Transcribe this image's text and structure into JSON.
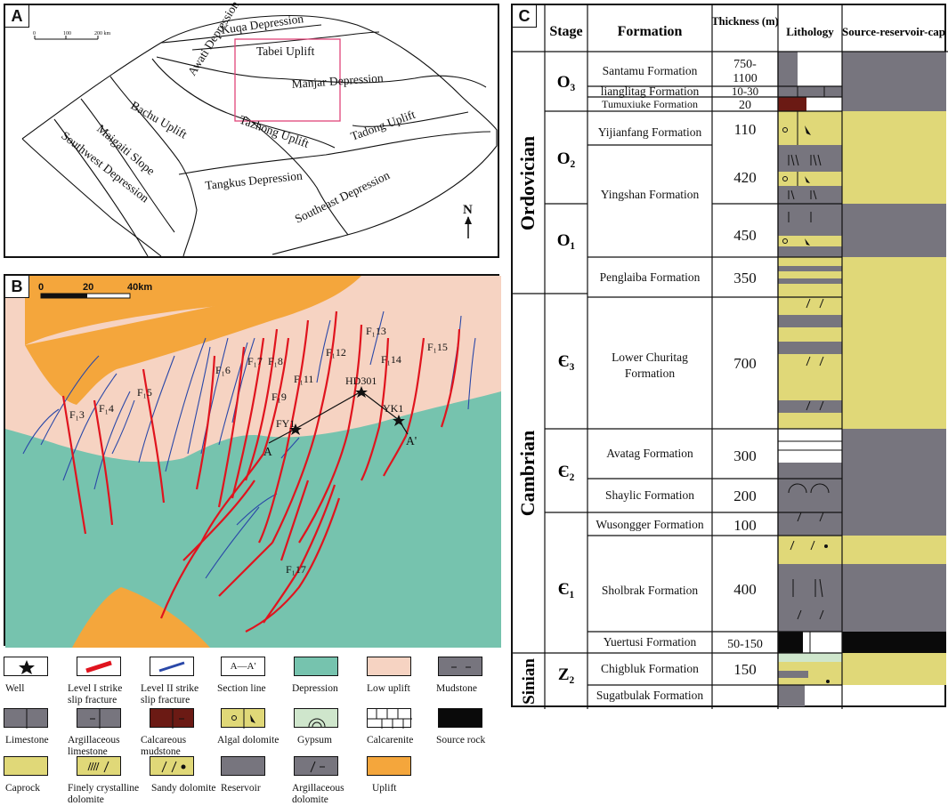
{
  "panel_a": {
    "label": "A",
    "scale_ticks": [
      "0",
      "100",
      "200 km"
    ],
    "regions": [
      "Kuqa Depression",
      "Tabei Uplift",
      "Awati Depression",
      "Manjar Depression",
      "Bachu Uplift",
      "Tazhong Uplift",
      "Tadong Uplift",
      "Maigaiti Slope",
      "Southwest Depression",
      "Tangkus Depression",
      "Southeast Depression"
    ],
    "north": "N"
  },
  "panel_b": {
    "label": "B",
    "scale_ticks": [
      "0",
      "20",
      "40km"
    ],
    "faults": [
      "F₁3",
      "F₁4",
      "F₁5",
      "F₁6",
      "F₁7",
      "F₁8",
      "F₁9",
      "F₁11",
      "F₁12",
      "F₁13",
      "F₁14",
      "F₁15",
      "F₁17"
    ],
    "wells": [
      "FY1",
      "HD301",
      "YK1"
    ],
    "section_ends": [
      "A",
      "A'"
    ],
    "colors": {
      "uplift": "#f4a63c",
      "low_uplift": "#f6d3c2",
      "depression": "#76c3ae",
      "level1": "#e0141e",
      "level2": "#2a48a8"
    }
  },
  "legend": [
    {
      "label": "Well",
      "icon": "star-icon"
    },
    {
      "label": "Level I strike slip fracture",
      "icon": "red-bar-icon"
    },
    {
      "label": "Level II strike slip fracture",
      "icon": "blue-bar-icon"
    },
    {
      "label": "Section line",
      "icon": "section-line-icon",
      "symbol": "A—A'"
    },
    {
      "label": "Depression",
      "color": "#76c3ae"
    },
    {
      "label": "Low uplift",
      "color": "#f6d3c2"
    },
    {
      "label": "Mudstone",
      "color": "#77757e"
    },
    {
      "label": "Limestone",
      "color": "#77757e"
    },
    {
      "label": "Argillaceous limestone",
      "color": "#77757e"
    },
    {
      "label": "Calcareous mudstone",
      "color": "#6b1a14"
    },
    {
      "label": "Algal dolomite",
      "color": "#e0d878"
    },
    {
      "label": "Gypsum",
      "color": "#cfe6cc"
    },
    {
      "label": "Calcarenite",
      "color": "#ffffff"
    },
    {
      "label": "Source rock",
      "color": "#0a0a0a"
    },
    {
      "label": "Caprock",
      "color": "#e0d878"
    },
    {
      "label": "Finely crystalline dolomite",
      "color": "#e0d878"
    },
    {
      "label": "Sandy dolomite",
      "color": "#e0d878"
    },
    {
      "label": "Reservoir",
      "color": "#77757e"
    },
    {
      "label": "Argillaceous dolomite",
      "color": "#77757e"
    },
    {
      "label": "Uplift",
      "color": "#f4a63c"
    }
  ],
  "panel_c": {
    "label": "C",
    "headers": {
      "stage": "Stage",
      "formation": "Formation",
      "thickness": "Thickness (m)",
      "lithology": "Lithology",
      "src": "Source-reservoir-cap"
    },
    "systems": [
      "Ordovician",
      "Cambrian",
      "Sinian"
    ],
    "series": [
      "O₃",
      "O₂",
      "O₁",
      "Є₃",
      "Є₂",
      "Є₁",
      "Z₂"
    ],
    "formations": [
      {
        "name": "Santamu Formation",
        "thickness": "750-1100"
      },
      {
        "name": "lianglitag Formation",
        "thickness": "10-30"
      },
      {
        "name": "Tumuxiuke Formation",
        "thickness": "20"
      },
      {
        "name": "Yijianfang Formation",
        "thickness": "110"
      },
      {
        "name": "Yingshan Formation",
        "thickness": "420"
      },
      {
        "name": "",
        "thickness": "450"
      },
      {
        "name": "Penglaiba Formation",
        "thickness": "350"
      },
      {
        "name": "Lower Churitag Formation",
        "thickness": "700"
      },
      {
        "name": "Avatag Formation",
        "thickness": "300"
      },
      {
        "name": "Shaylic Formation",
        "thickness": "200"
      },
      {
        "name": "Wusongger Formation",
        "thickness": "100"
      },
      {
        "name": "Sholbrak Formation",
        "thickness": "400"
      },
      {
        "name": "Yuertusi Formation",
        "thickness": "50-150"
      },
      {
        "name": "Chigbluk Formation",
        "thickness": "150"
      },
      {
        "name": "Sugatbulak Formation",
        "thickness": ""
      }
    ],
    "colors": {
      "gray": "#77757e",
      "yellow": "#e0d878",
      "black": "#0a0a0a",
      "brown": "#6b1a14",
      "green": "#cfe6cc"
    }
  }
}
